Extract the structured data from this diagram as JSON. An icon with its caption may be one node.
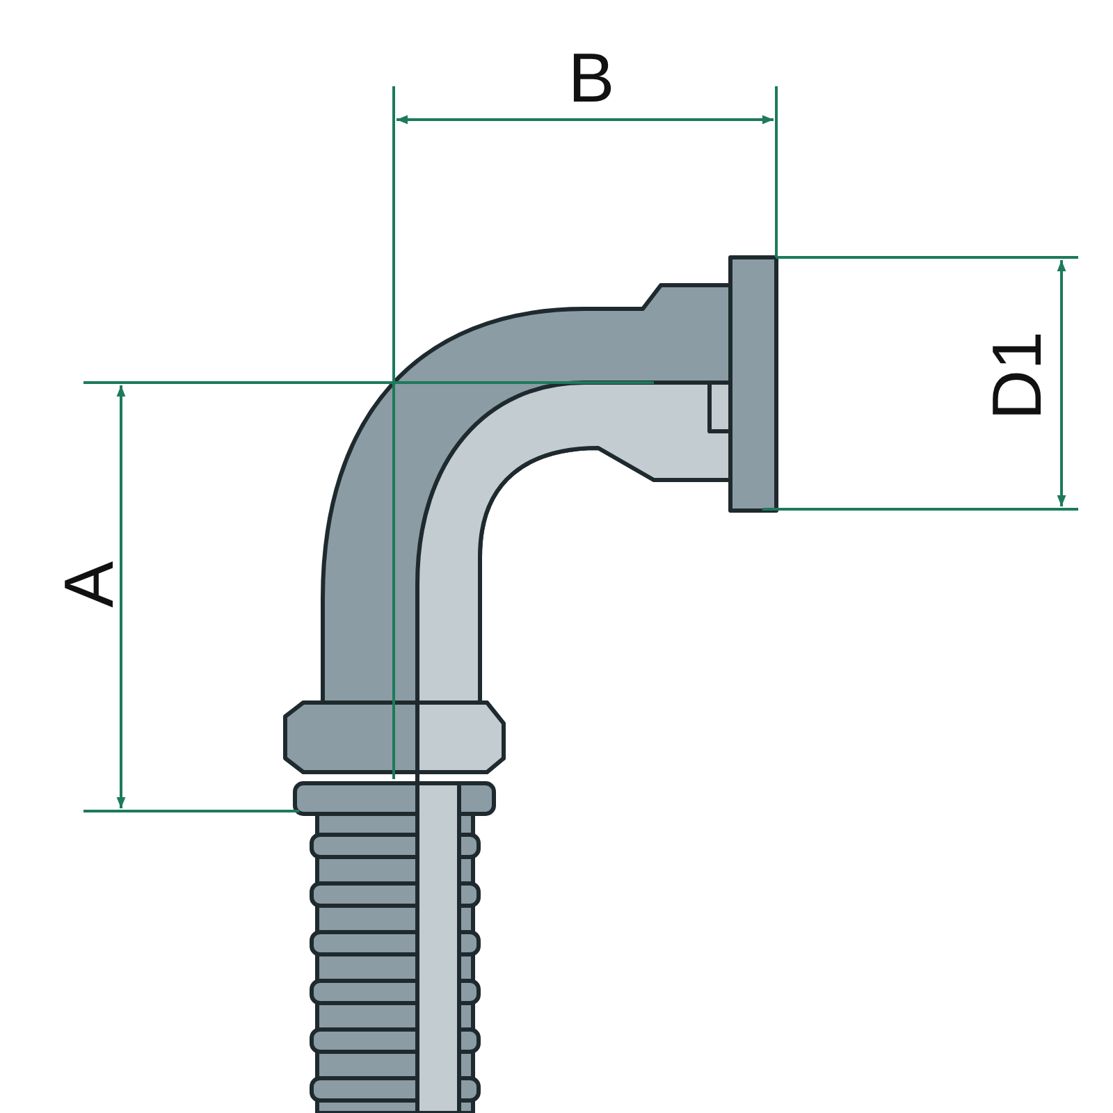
{
  "diagram": {
    "labels": [
      "B",
      "D1",
      "A"
    ]
  }
}
